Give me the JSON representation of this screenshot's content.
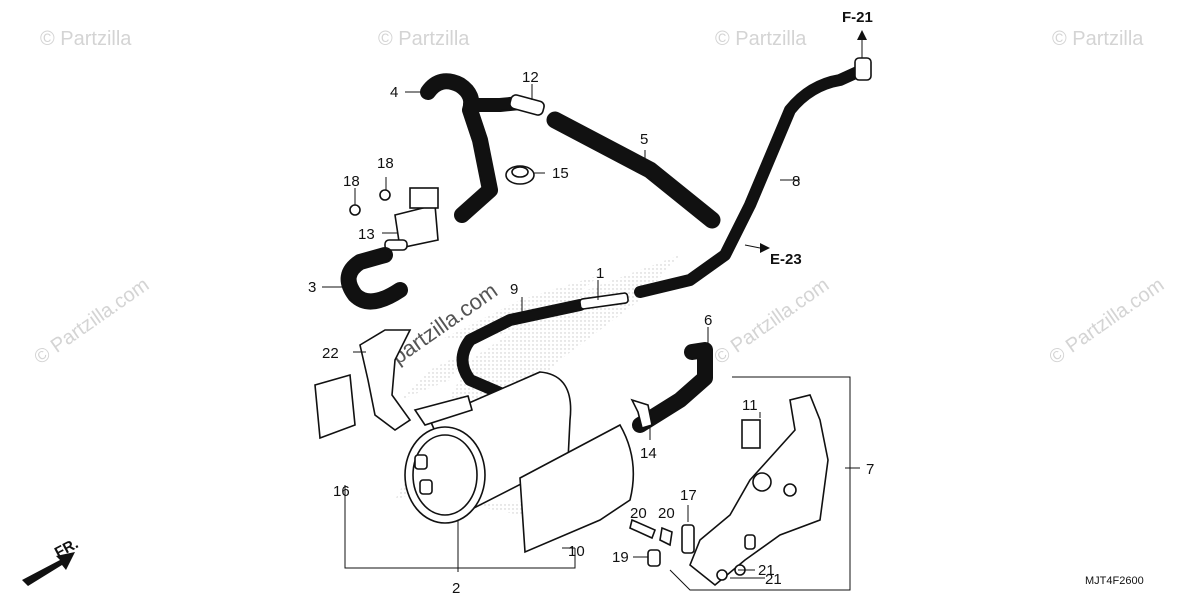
{
  "watermark": {
    "brand": "© Partzilla",
    "center_text": "partzilla.com",
    "diagonal_text": "© Partzilla.com"
  },
  "references": {
    "f21": "F-21",
    "e23": "E-23",
    "front": "FR."
  },
  "diagram_code": "MJT4F2600",
  "callouts": {
    "c1": "1",
    "c2": "2",
    "c3": "3",
    "c4": "4",
    "c5": "5",
    "c6": "6",
    "c7": "7",
    "c8": "8",
    "c9": "9",
    "c10": "10",
    "c11": "11",
    "c12": "12",
    "c13": "13",
    "c14": "14",
    "c15": "15",
    "c16": "16",
    "c17": "17",
    "c18a": "18",
    "c18b": "18",
    "c19": "19",
    "c20a": "20",
    "c20b": "20",
    "c21a": "21",
    "c21b": "21",
    "c22": "22"
  }
}
